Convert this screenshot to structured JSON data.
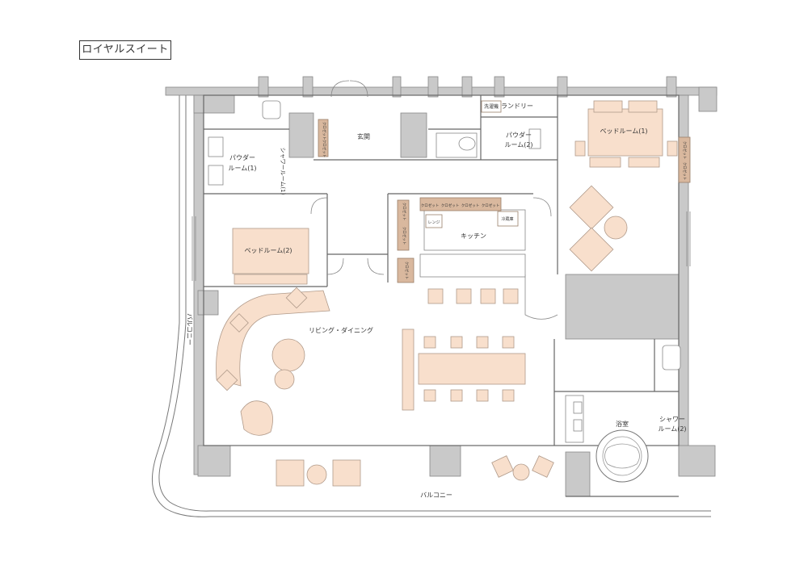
{
  "title": "ロイヤルスイート",
  "rooms": {
    "entrance": "玄関",
    "laundry": "ランドリー",
    "washer": "洗濯機",
    "powder2_a": "パウダー",
    "powder2_b": "ルーム(2)",
    "powder1_a": "パウダー",
    "powder1_b": "ルーム(1)",
    "shower1": "シャワールーム(1)",
    "bedroom1": "ベッドルーム(1)",
    "bedroom2": "ベッドルーム(2)",
    "kitchen": "キッチン",
    "living": "リビング・ダイニング",
    "bath": "浴室",
    "shower2_a": "シャワー",
    "shower2_b": "ルーム(2)",
    "balcony_left": "バルコニー",
    "balcony_bottom": "バルコニー"
  },
  "labels": {
    "closet": "クロゼット",
    "microwave": "レンジ",
    "fridge": "冷蔵庫"
  },
  "colors": {
    "wall": "#c9c9c9",
    "furniture": "#f8dfcc",
    "closet": "#d9b89e",
    "line": "#666666"
  }
}
